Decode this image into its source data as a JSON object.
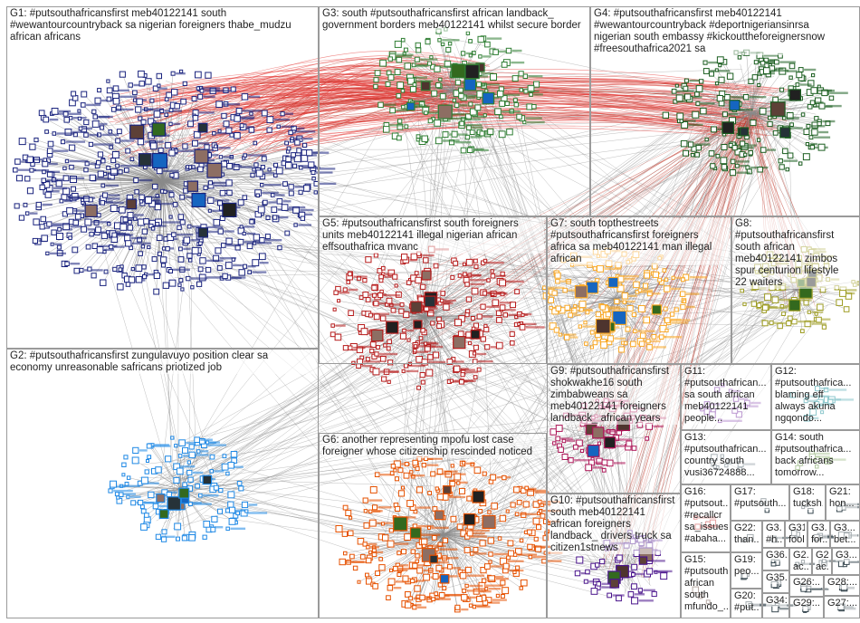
{
  "groups": [
    {
      "id": "G1",
      "label": "G1: #putsouthafricansfirst meb40122141 south\n#wewantourcountryback sa nigerian foreigners thabe_mudzu\nafrican africans",
      "color": "#1a237e"
    },
    {
      "id": "G2",
      "label": "G2: #putsouthafricansfirst zungulavuyo position clear sa\neconomy unreasonable safricans priotized job",
      "color": "#1e88e5"
    },
    {
      "id": "G3",
      "label": "G3: south #putsouthafricansfirst african landback_\ngovernment borders meb40122141 whilst secure border",
      "color": "#2e7d32"
    },
    {
      "id": "G4",
      "label": "G4: #putsouthafricansfirst meb40122141\n#wewantourcountryback #deportnigeriansinrsa\nnigerian south embassy #kickouttheforeignersnow\n#freesouthafrica2021 sa",
      "color": "#1b5e20"
    },
    {
      "id": "G5",
      "label": "G5: #putsouthafricansfirst south foreigners\nunits meb40122141 illegal nigerian african\neffsouthafrica mvanc",
      "color": "#b71c1c"
    },
    {
      "id": "G6",
      "label": "G6: another representing mpofu lost case\nforeigner whose citizenship rescinded noticed",
      "color": "#e65100"
    },
    {
      "id": "G7",
      "label": "G7: south topthestreets\n#putsouthafricansfirst foreigners\nafrica sa meb40122141 man illegal\nafrican",
      "color": "#f9a825"
    },
    {
      "id": "G8",
      "label": "G8:\n#putsouthafricansfirst\nsouth african\nmeb40122141 zimbos\nspur centurion lifestyle\n22 waiters",
      "color": "#9e9d24"
    },
    {
      "id": "G9",
      "label": "G9: #putsouthafricansfirst\nshokwakhe16 south\nzimbabweans sa\nmeb40122141 foreigners\nlandback_ african years",
      "color": "#ad1457"
    },
    {
      "id": "G10",
      "label": "G10: #putsouthafricansfirst\nsouth meb40122141\nafrican foreigners\nlandback_ drivers truck sa\ncitizen1stnews",
      "color": "#4a148c"
    },
    {
      "id": "G11",
      "label": "G11:\n#putsouthafrican...\nsa south african\nmeb40122141\npeople...",
      "color": "#6a1b9a"
    },
    {
      "id": "G12",
      "label": "G12:\n#putsouthafrica...\nblaming eff\nalways akuna\nngqondo...",
      "color": "#00838f"
    },
    {
      "id": "G13",
      "label": "G13:\n#putsouthafrican...\ncountry south\nvusi36724888...",
      "color": "#455a64"
    },
    {
      "id": "G14",
      "label": "G14: south\n#putsouthafrica...\nback africans\ntomorrow...",
      "color": "#558b2f"
    },
    {
      "id": "G15",
      "label": "G15:\n#putsouth...\nafrican\nsouth\nmfundo_...",
      "color": "#5d4037"
    },
    {
      "id": "G16",
      "label": "G16:\n#putsout...\n#recallcr\nsa_issues\n#abaha...",
      "color": "#c62828"
    },
    {
      "id": "G17",
      "label": "G17:\n#putsouth...",
      "color": "#37474f"
    },
    {
      "id": "G18",
      "label": "G18:\ntucksh...",
      "color": "#37474f"
    },
    {
      "id": "G19",
      "label": "G19:\npeo...",
      "color": "#37474f"
    },
    {
      "id": "G20",
      "label": "G20:\n#put...",
      "color": "#37474f"
    },
    {
      "id": "G21",
      "label": "G21:\nhon...",
      "color": "#37474f"
    },
    {
      "id": "G22",
      "label": "G22:\nthan...",
      "color": "#37474f"
    },
    {
      "id": "G23",
      "label": "G3...\n#h...",
      "color": "#37474f"
    },
    {
      "id": "G24",
      "label": "G24\nac...",
      "color": "#37474f"
    },
    {
      "id": "G25",
      "label": "G2...\nac...",
      "color": "#37474f"
    },
    {
      "id": "G26",
      "label": "G26:...",
      "color": "#37474f"
    },
    {
      "id": "G27",
      "label": "G27:...",
      "color": "#37474f"
    },
    {
      "id": "G28",
      "label": "G28:...",
      "color": "#37474f"
    },
    {
      "id": "G29",
      "label": "G29:...",
      "color": "#37474f"
    },
    {
      "id": "G30",
      "label": "G3...\nbet...",
      "color": "#37474f"
    },
    {
      "id": "G31",
      "label": "G31:\nfool...",
      "color": "#37474f"
    },
    {
      "id": "G32",
      "label": "G3...\nfor...",
      "color": "#37474f"
    },
    {
      "id": "G33",
      "label": "G3...",
      "color": "#37474f"
    },
    {
      "id": "G34",
      "label": "G34:...",
      "color": "#37474f"
    },
    {
      "id": "G35",
      "label": "G35...",
      "color": "#37474f"
    },
    {
      "id": "G36",
      "label": "G36...",
      "color": "#37474f"
    }
  ],
  "edge_colors": {
    "intra": "#8a8a8a",
    "cross": "#c0392b",
    "strong": "#e53935"
  }
}
